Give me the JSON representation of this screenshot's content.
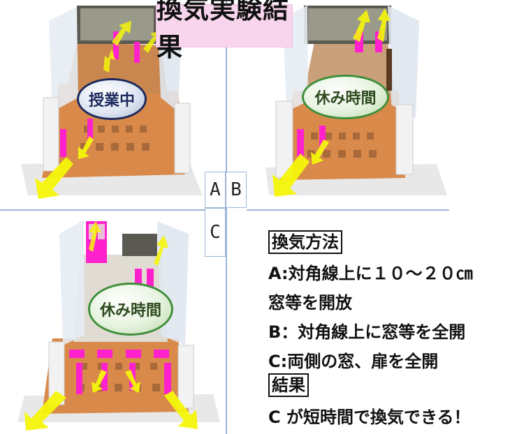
{
  "title": "換気実験結果",
  "panel_labels": {
    "a": "A",
    "b": "B",
    "c": "C"
  },
  "ovals": {
    "a": "授業中",
    "b": "休み時間",
    "c": "休み時間"
  },
  "method": {
    "heading": "換気方法",
    "line_a": "A:対角線上に１０～２０㎝",
    "line_a2": "窓等を開放",
    "line_b": "B：対角線上に窓等を全開",
    "line_c": "C:両側の窓、扉を全開"
  },
  "result": {
    "heading": "結果",
    "text": "C が短時間で換気できる！"
  },
  "colors": {
    "arrow": "#f5f50a",
    "smoke": "#ff22cc",
    "floor": "#d98a4a",
    "title_bg": "#f8d5ec",
    "divider": "#9ab4d8"
  }
}
